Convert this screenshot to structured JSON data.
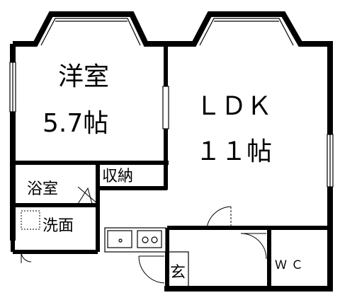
{
  "rooms": {
    "western": {
      "name": "洋室",
      "size": "5.7帖"
    },
    "ldk": {
      "name": "ＬＤＫ",
      "size": "１１帖"
    },
    "closet": "収納",
    "bath": "浴室",
    "washroom": "洗面",
    "entrance": "玄",
    "toilet": "ＷＣ"
  },
  "colors": {
    "wall": "#000000",
    "background": "#ffffff"
  }
}
